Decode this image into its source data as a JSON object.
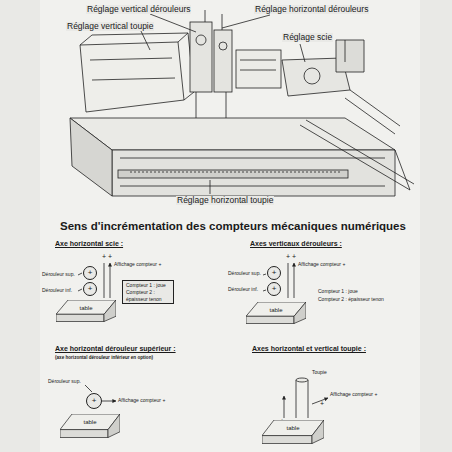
{
  "diagram": {
    "title": "Sens d'incrémentation des compteurs mécaniques numériques",
    "nodes": [
      {
        "text": [
          "Compteur 1 : joue Compteur 2 : épaisseur tenon"
        ]
      },
      {
        "text": [
          "+"
        ]
      },
      {
        "text": [
          "+"
        ]
      },
      {
        "text": [
          "table"
        ]
      },
      {
        "text": [
          "+"
        ]
      },
      {
        "text": [
          "+"
        ]
      },
      {
        "text": [
          "table"
        ]
      },
      {
        "text": [
          "+"
        ]
      },
      {
        "text": [
          "table"
        ]
      },
      {
        "text": [
          "table"
        ]
      }
    ],
    "labels": [
      "Réglage vertical dérouleurs",
      "Réglage vertical toupie",
      "Réglage horizontal dérouleurs",
      "Réglage scie",
      "Réglage horizontal toupie",
      "Axe horizontal scie :",
      "Affichage compteur +",
      "Dérouleur sup.",
      "Dérouleur inf.",
      "Axes verticaux dérouleurs :",
      "Affichage compteur +",
      "Dérouleur sup.",
      "Dérouleur inf.",
      "Compteur 1 : joue",
      "Compteur 2 : épaisseur tenon",
      "Axe horizontal dérouleur supérieur :",
      "(axe horizontal dérouleur inférieur en option)",
      "Dérouleur sup.",
      "Affichage compteur +",
      "Axes horizontal et vertical toupie :",
      "Toupie",
      "Affichage compteur +",
      "+",
      "+",
      "+",
      "+",
      "+",
      "+"
    ]
  }
}
